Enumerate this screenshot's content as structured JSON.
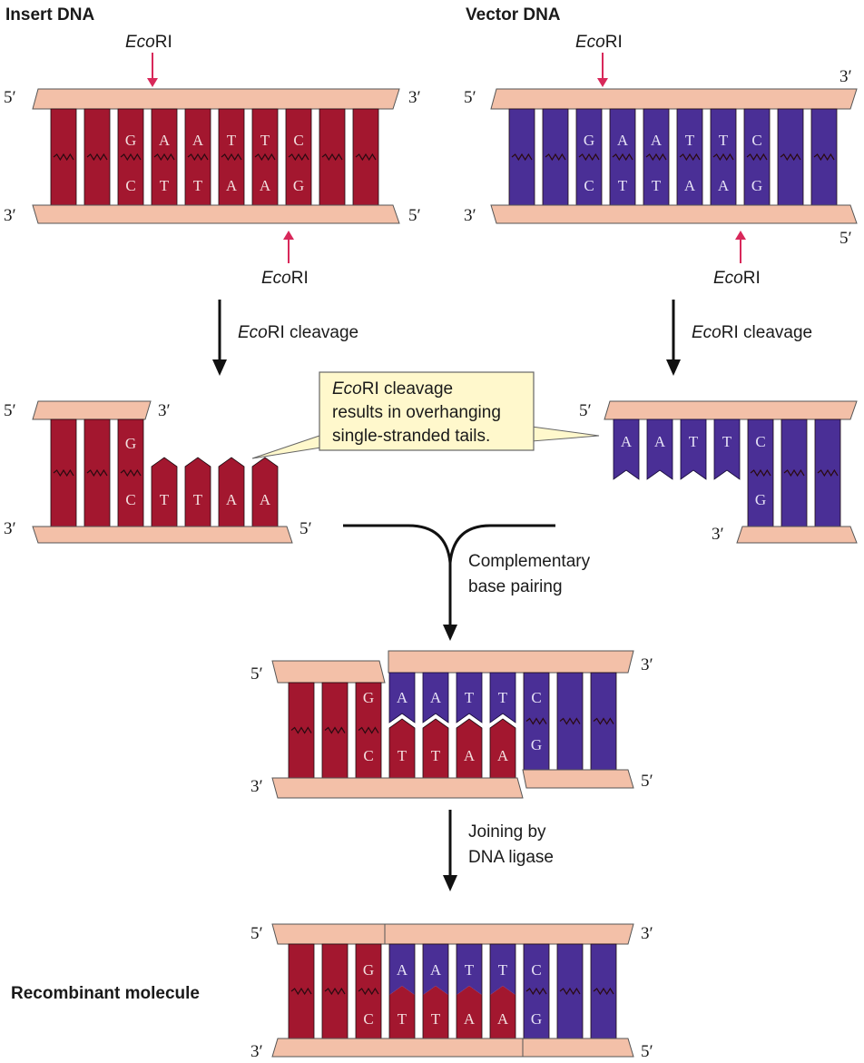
{
  "panels": {
    "insert": {
      "title": "Insert DNA",
      "enzyme_top_prefix": "Eco",
      "enzyme_top_suffix": "RI",
      "enzyme_bottom_prefix": "Eco",
      "enzyme_bottom_suffix": "RI",
      "top_left": "5′",
      "top_right": "3′",
      "bottom_left": "3′",
      "bottom_right": "5′",
      "top_bases": [
        "G",
        "A",
        "A",
        "T",
        "T",
        "C"
      ],
      "bottom_bases": [
        "C",
        "T",
        "T",
        "A",
        "A",
        "G"
      ]
    },
    "vector": {
      "title": "Vector DNA",
      "enzyme_top_prefix": "Eco",
      "enzyme_top_suffix": "RI",
      "enzyme_bottom_prefix": "Eco",
      "enzyme_bottom_suffix": "RI",
      "top_left": "5′",
      "top_right": "3′",
      "bottom_left": "3′",
      "bottom_right": "5′",
      "top_bases": [
        "G",
        "A",
        "A",
        "T",
        "T",
        "C"
      ],
      "bottom_bases": [
        "C",
        "T",
        "T",
        "A",
        "A",
        "G"
      ]
    }
  },
  "steps": {
    "cleavage_prefix": "Eco",
    "cleavage_suffix": "RI cleavage",
    "pairing_line1": "Complementary",
    "pairing_line2": "base pairing",
    "ligase_line1": "Joining by",
    "ligase_line2": "DNA ligase"
  },
  "callout": {
    "line1_prefix": "Eco",
    "line1_suffix": "RI cleavage",
    "line2": "results in overhanging",
    "line3": "single-stranded tails."
  },
  "cut_insert": {
    "top_left": "5′",
    "top_right": "3′",
    "bottom_left": "3′",
    "bottom_right": "5′",
    "top_bases": [
      "G"
    ],
    "bottom_bases": [
      "C",
      "T",
      "T",
      "A",
      "A"
    ]
  },
  "cut_vector": {
    "top_left": "5′",
    "bottom_left": "3′",
    "top_bases": [
      "A",
      "A",
      "T",
      "T",
      "C"
    ],
    "bottom_bases": [
      "G"
    ]
  },
  "paired": {
    "top_left": "5′",
    "top_right": "3′",
    "bottom_left": "3′",
    "bottom_right": "5′",
    "top_bases": [
      "G",
      "A",
      "A",
      "T",
      "T",
      "C"
    ],
    "bottom_bases": [
      "C",
      "T",
      "T",
      "A",
      "A",
      "G"
    ]
  },
  "recombinant": {
    "label": "Recombinant molecule",
    "top_left": "5′",
    "top_right": "3′",
    "bottom_left": "3′",
    "bottom_right": "5′",
    "top_bases": [
      "G",
      "A",
      "A",
      "T",
      "T",
      "C"
    ],
    "bottom_bases": [
      "C",
      "T",
      "T",
      "A",
      "A",
      "G"
    ]
  },
  "colors": {
    "insert": "#a3172f",
    "insert_dark": "#6e0d1e",
    "vector": "#4a2f96",
    "vector_dark": "#2c1866",
    "backbone": "#f3c0a8",
    "backbone_dark": "#cf8f70",
    "callout_bg": "#fff8cc",
    "cut_arrow": "#d8285a"
  }
}
